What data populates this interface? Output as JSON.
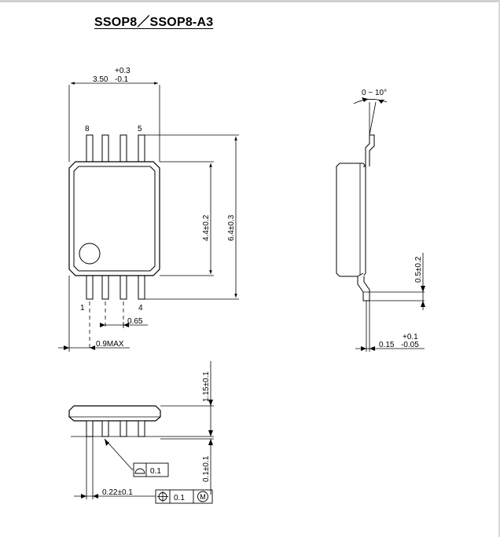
{
  "title": "SSOP8／SSOP8-A3",
  "top_view": {
    "pin_labels": {
      "pin8": "8",
      "pin5": "5",
      "pin1": "1",
      "pin4": "4"
    },
    "width_dim_tol_upper": "+0.3",
    "width_dim_nominal": "3.50",
    "width_dim_tol_lower": "-0.1",
    "body_width": "4.4±0.2",
    "overall_width": "6.4±0.3",
    "pitch": "0.65",
    "end_gap": "0.9MAX"
  },
  "side_view": {
    "lead_angle": "0 ~ 10°",
    "lead_length": "0.5±0.2",
    "thickness_tol_upper": "+0.1",
    "thickness_nominal": "0.15",
    "thickness_tol_lower": "-0.05"
  },
  "front_view": {
    "height": "1.15±0.1",
    "standoff": "0.1±0.1",
    "lead_width": "0.22±0.1",
    "coplanarity": "0.1",
    "position_tolerance": "0.1",
    "mmc_symbol": "M"
  }
}
